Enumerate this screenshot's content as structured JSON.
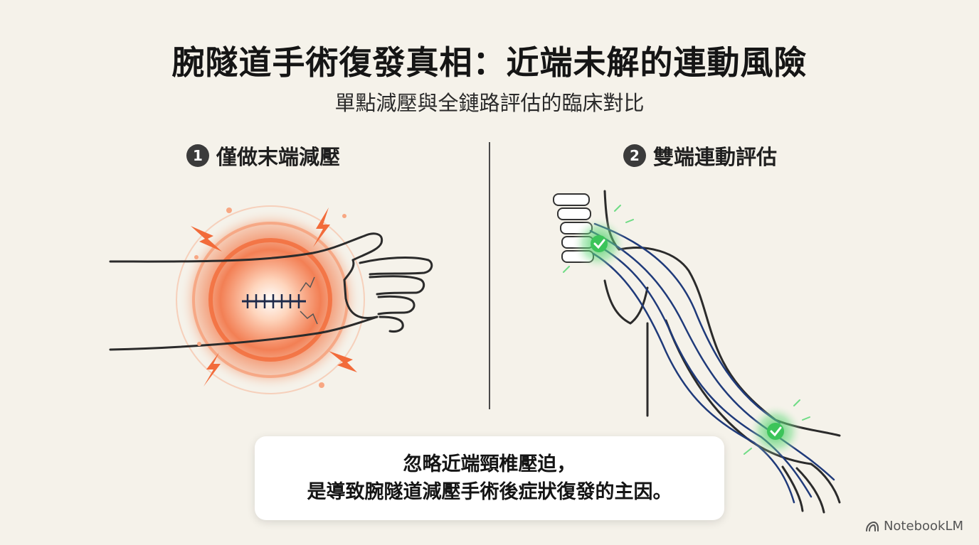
{
  "slide": {
    "title": "腕隧道手術復發真相：近端未解的連動風險",
    "subtitle": "單點減壓與全鏈路評估的臨床對比"
  },
  "panels": [
    {
      "number": "1",
      "heading": "僅做末端減壓",
      "illustration": "wrist-pain-icon"
    },
    {
      "number": "2",
      "heading": "雙端連動評估",
      "illustration": "arm-nerve-path-icon"
    }
  ],
  "callout": {
    "line1": "忽略近端頸椎壓迫，",
    "line2": "是導致腕隧道減壓手術後症狀復發的主因。"
  },
  "brand": {
    "name": "NotebookLM",
    "icon": "notebooklm-logo-icon"
  },
  "colors": {
    "background": "#f5f2ea",
    "pain_accent": "#f26b3a",
    "check_green": "#3cc45a",
    "nerve_blue": "#1f3a7a"
  }
}
